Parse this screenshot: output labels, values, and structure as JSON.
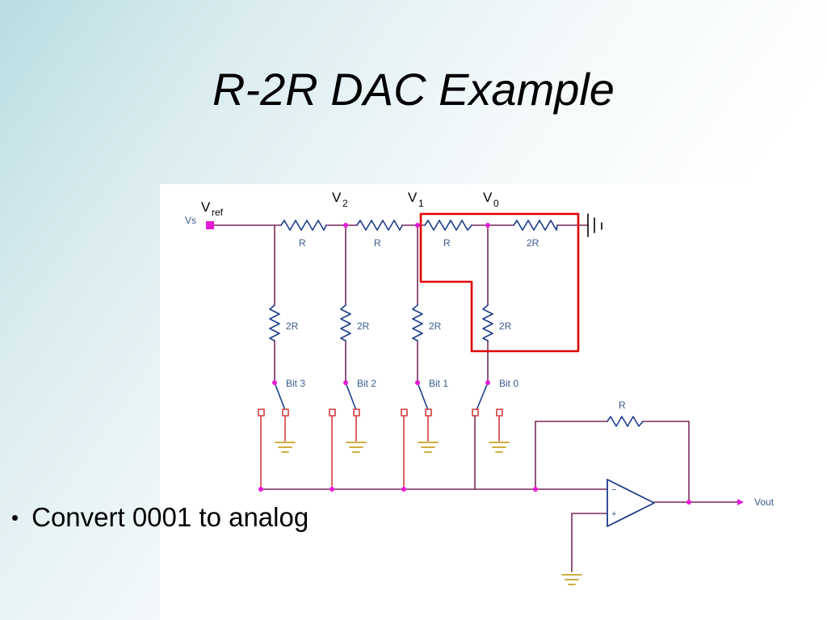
{
  "slide": {
    "title": "R-2R DAC Example",
    "bullet": "Convert 0001 to analog"
  },
  "circuit": {
    "node_labels": {
      "vref_main": "V",
      "vref_sub": "ref",
      "v2_main": "V",
      "v2_sub": "2",
      "v1_main": "V",
      "v1_sub": "1",
      "v0_main": "V",
      "v0_sub": "0"
    },
    "source_label": "Vs",
    "output_label": "Vout",
    "series_resistors": [
      "R",
      "R",
      "R",
      "2R"
    ],
    "shunt_resistors": [
      "2R",
      "2R",
      "2R",
      "2R"
    ],
    "bit_labels": [
      "Bit 3",
      "Bit 2",
      "Bit 1",
      "Bit 0"
    ],
    "feedback_resistor": "R",
    "opamp_inputs": {
      "inverting": "−",
      "noninverting": "+"
    }
  },
  "colors": {
    "wire": "#7a2a5a",
    "resistor": "#1d3c8c",
    "node": "#e81ad6",
    "highlight": "#e00000",
    "ground": "#c9a227",
    "switch_contact": "#d43c3c"
  }
}
